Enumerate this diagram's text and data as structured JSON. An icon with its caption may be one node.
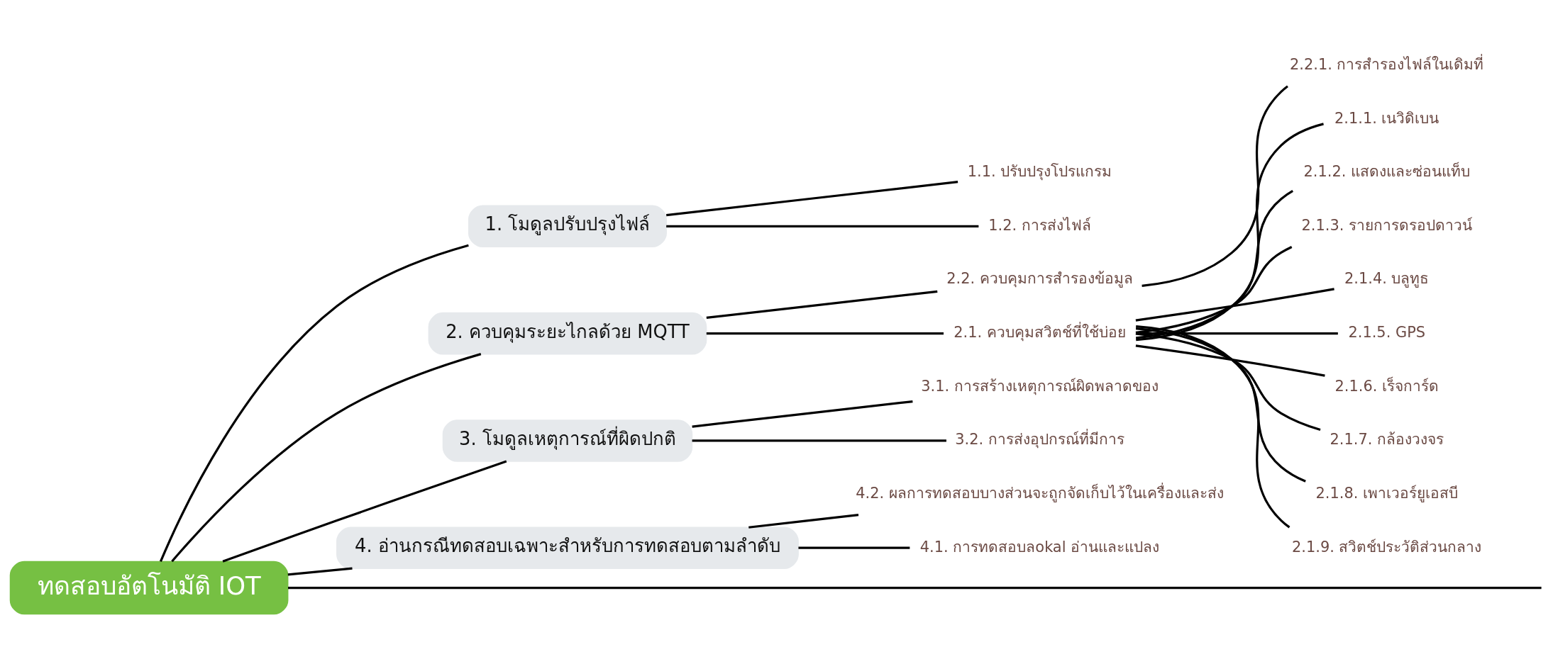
{
  "diagram": {
    "nodes": [
      {
        "text": [
          "ทดสอบอัตโนมัติ IOT"
        ]
      },
      {
        "text": [
          "1. โมดูลปรับปรุงไฟล์"
        ]
      },
      {
        "text": [
          "1.1. ปรับปรุงโปรแกรม"
        ]
      },
      {
        "text": [
          "1.2. การส่งไฟล์"
        ]
      },
      {
        "text": [
          "2. ควบคุมระยะไกลด้วย MQTT"
        ]
      },
      {
        "text": [
          "2.2. ควบคุมการสำรองข้อมูล"
        ]
      },
      {
        "text": [
          "2.2.1. การสำรองไฟล์ในเดิมที่"
        ]
      },
      {
        "text": [
          "2.1. ควบคุมสวิตช์ที่ใช้บ่อย"
        ]
      },
      {
        "text": [
          "2.1.1. เนวิดิเบน"
        ]
      },
      {
        "text": [
          "2.1.2. แสดงและซ่อนแท็บ"
        ]
      },
      {
        "text": [
          "2.1.3. รายการดรอปดาวน์"
        ]
      },
      {
        "text": [
          "2.1.4. บลูทูธ"
        ]
      },
      {
        "text": [
          "2.1.5. GPS"
        ]
      },
      {
        "text": [
          "2.1.6. เร็จการ์ด"
        ]
      },
      {
        "text": [
          "2.1.7. กล้องวงจร"
        ]
      },
      {
        "text": [
          "2.1.8. เพาเวอร์ยูเอสบี"
        ]
      },
      {
        "text": [
          "2.1.9. สวิตช์ประวัติส่วนกลาง"
        ]
      },
      {
        "text": [
          "3. โมดูลเหตุการณ์ที่ผิดปกติ"
        ]
      },
      {
        "text": [
          "3.1. การสร้างเหตุการณ์ผิดพลาดของ"
        ]
      },
      {
        "text": [
          "3.2. การส่งอุปกรณ์ที่มีการ"
        ]
      },
      {
        "text": [
          "4. อ่านกรณีทดสอบเฉพาะสำหรับการทดสอบตามลำดับ"
        ]
      },
      {
        "text": [
          "4.2. ผลการทดสอบบางส่วนจะถูกจัดเก็บไว้ในเครื่องและส่ง"
        ]
      },
      {
        "text": [
          "4.1. การทดสอบลokal อ่านและแปลง"
        ]
      }
    ],
    "edges": [
      {
        "from": 0,
        "to": 1,
        "arrow": "none"
      },
      {
        "from": 0,
        "to": 4,
        "arrow": "none"
      },
      {
        "from": 0,
        "to": 17,
        "arrow": "none"
      },
      {
        "from": 0,
        "to": 20,
        "arrow": "none"
      },
      {
        "from": 0,
        "to": null,
        "arrow": "none"
      },
      {
        "from": 1,
        "to": 2,
        "arrow": "none"
      },
      {
        "from": 1,
        "to": 3,
        "arrow": "none"
      },
      {
        "from": 4,
        "to": 5,
        "arrow": "none"
      },
      {
        "from": 4,
        "to": 7,
        "arrow": "none"
      },
      {
        "from": 5,
        "to": 6,
        "arrow": "none"
      },
      {
        "from": 7,
        "to": 8,
        "arrow": "none"
      },
      {
        "from": 7,
        "to": 9,
        "arrow": "none"
      },
      {
        "from": 7,
        "to": 10,
        "arrow": "none"
      },
      {
        "from": 7,
        "to": 11,
        "arrow": "none"
      },
      {
        "from": 7,
        "to": 12,
        "arrow": "none"
      },
      {
        "from": 7,
        "to": 13,
        "arrow": "none"
      },
      {
        "from": 7,
        "to": 14,
        "arrow": "none"
      },
      {
        "from": 7,
        "to": 15,
        "arrow": "none"
      },
      {
        "from": 7,
        "to": 16,
        "arrow": "none"
      },
      {
        "from": 17,
        "to": 18,
        "arrow": "none"
      },
      {
        "from": 17,
        "to": 19,
        "arrow": "none"
      },
      {
        "from": 20,
        "to": 21,
        "arrow": "none"
      },
      {
        "from": 20,
        "to": 22,
        "arrow": "none"
      }
    ]
  }
}
